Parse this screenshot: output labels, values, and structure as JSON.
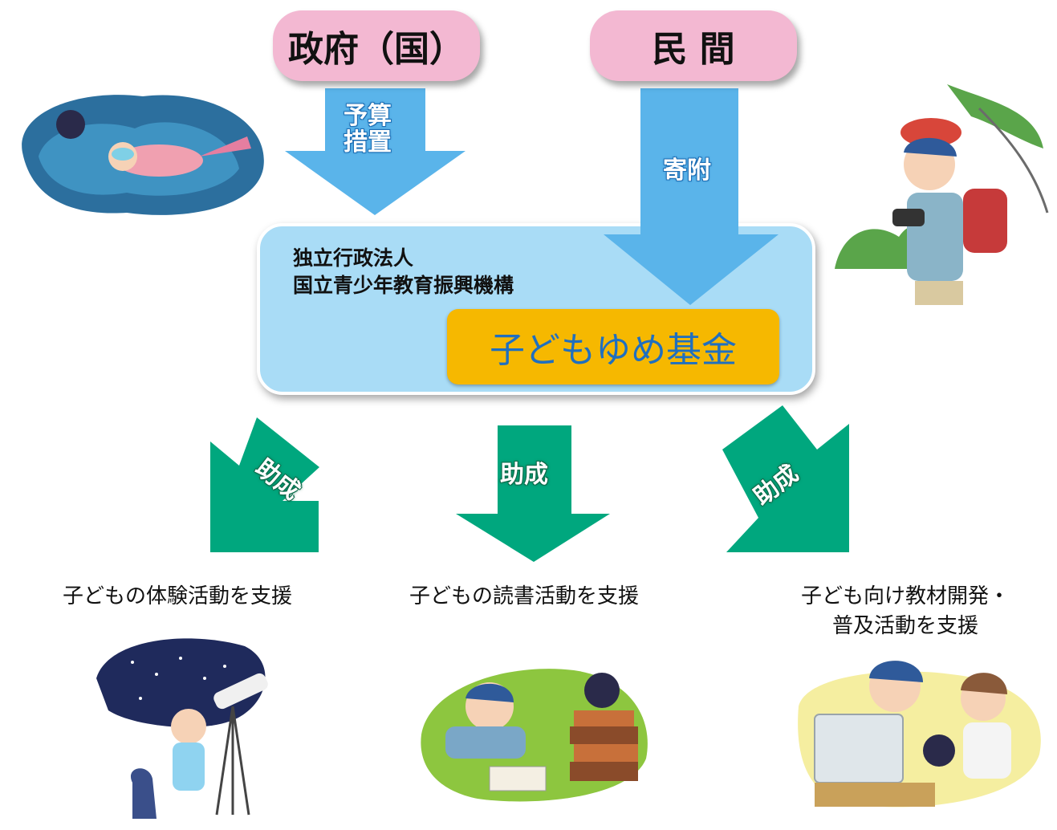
{
  "sources": {
    "government": "政府（国）",
    "private": "民 間"
  },
  "arrows": {
    "budget": [
      "予算",
      "措置"
    ],
    "donation": "寄附",
    "grant": "助成"
  },
  "organization": {
    "line1": "独立行政法人",
    "line2": "国立青少年教育振興機構"
  },
  "fund": "子どもゆめ基金",
  "supports": {
    "experience": "子どもの体験活動を支援",
    "reading": "子どもの読書活動を支援",
    "materials_line1": "子ども向け教材開発・",
    "materials_line2": "普及活動を支援"
  },
  "colors": {
    "pill": "#f3b8d2",
    "blue_arrow": "#5ab4ea",
    "panel": "#a9dcf6",
    "fund": "#f6b800",
    "fund_text": "#1f6fc0",
    "green_arrow": "#00a77e"
  },
  "illustrations": [
    "snorkeling-children",
    "hiking-boy-binoculars",
    "stargazing-girl-telescope",
    "reading-boy-books",
    "children-computer"
  ]
}
